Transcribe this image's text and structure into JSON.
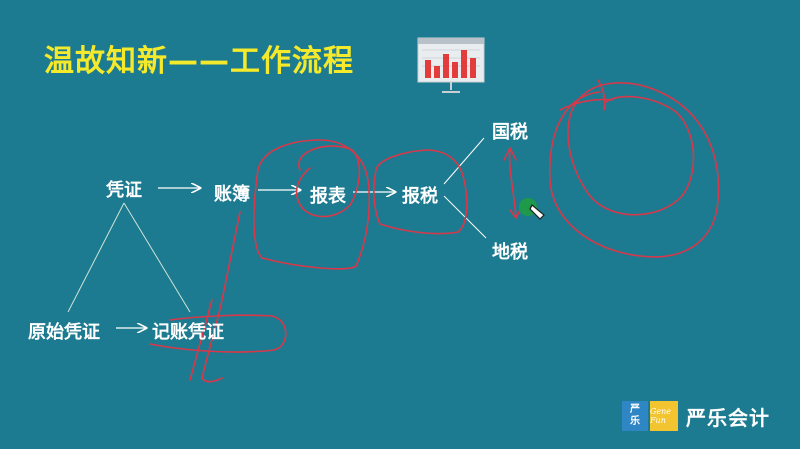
{
  "slide": {
    "title": "温故知新——工作流程",
    "nodes": {
      "pingzheng": "凭证",
      "zhangbu": "账簿",
      "baobiao": "报表",
      "baoshui": "报税",
      "guoshui": "国税",
      "dishui": "地税",
      "yuanshi": "原始凭证",
      "jizhang": "记账凭证"
    }
  },
  "logo": {
    "badge_top": "严",
    "badge_bottom": "乐",
    "badge_script": "Gene Fun",
    "brand": "严乐会计"
  },
  "colors": {
    "background": "#1c7b90",
    "title": "#f5e92b",
    "ink": "#d8384a",
    "arrow": "#ffffff"
  },
  "icons": {
    "chart": "bar-chart-board-icon",
    "cursor": "pen-cursor-icon"
  }
}
